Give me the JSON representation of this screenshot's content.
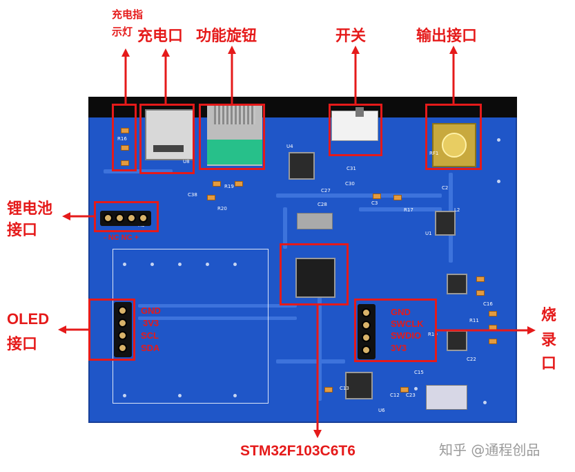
{
  "labels": {
    "charge_indicator_line1": "充电指",
    "charge_indicator_line2": "示灯",
    "charge_port": "充电口",
    "function_knob": "功能旋钮",
    "switch": "开关",
    "output_port": "输出接口",
    "battery_line1": "锂电池",
    "battery_line2": "接口",
    "oled_line1": "OLED",
    "oled_line2": "接口",
    "burn_line1": "烧",
    "burn_line2": "录",
    "burn_line3": "口",
    "mcu": "STM32F103C6T6"
  },
  "battery_pins": "- NC NC +",
  "oled_pins": [
    "GND",
    "3V3",
    "SCL",
    "SDA"
  ],
  "swd_pins": [
    "GND",
    "SWCLK",
    "SWDIO",
    "3V3"
  ],
  "silkscreen": [
    "R16",
    "U8",
    "R19",
    "R20",
    "C38",
    "U4",
    "C31",
    "C30",
    "C27",
    "C28",
    "C3",
    "R17",
    "RF1",
    "C2",
    "L2",
    "U1",
    "H3",
    "C13",
    "C12",
    "C23",
    "U6",
    "C15",
    "R10",
    "R11",
    "C22",
    "C16"
  ],
  "watermark": "知乎 @通程创品",
  "colors": {
    "annotation": "#e51a1a",
    "pcb": "#1f56c8"
  }
}
